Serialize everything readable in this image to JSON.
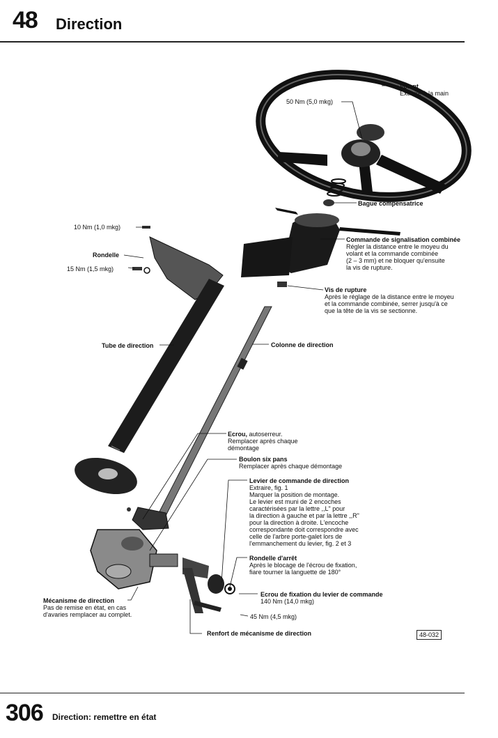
{
  "header": {
    "chapter_number": "48",
    "title": "Direction"
  },
  "footer": {
    "page_number": "306",
    "title": "Direction: remettre en état"
  },
  "figure_ref": "48-032",
  "labels": {
    "volant_title": "Volant",
    "volant_desc": "Extraire à la main",
    "torque_50": "50 Nm (5,0 mkg)",
    "bague": "Bague compensatrice",
    "torque_10": "10 Nm (1,0 mkg)",
    "rondelle": "Rondelle",
    "torque_15": "15 Nm (1,5 mkg)",
    "commande_title": "Commande de signalisation combinée",
    "commande_l1": "Régler la distance entre le moyeu du",
    "commande_l2": "volant et la commande combinée",
    "commande_l3": "(2 – 3 mm) et ne bloquer qu'ensuite",
    "commande_l4": "la vis de rupture.",
    "vis_title": "Vis de rupture",
    "vis_l1": "Après le réglage de la distance entre le moyeu",
    "vis_l2": "et la commande combinée, serrer jusqu'à ce",
    "vis_l3": "que la tête de la vis se sectionne.",
    "tube": "Tube de direction",
    "colonne": "Colonne de direction",
    "ecrou_title": "Ecrou,",
    "ecrou_title_rest": " autoserreur.",
    "ecrou_l1": "Remplacer après chaque",
    "ecrou_l2": "démontage",
    "boulon_title": "Boulon six pans",
    "boulon_l1": "Remplacer après chaque démontage",
    "levier_title": "Levier de commande de direction",
    "levier_l1": "Extraire, fig. 1",
    "levier_l2": "Marquer la position de montage.",
    "levier_l3": "Le levier est muni de 2 encoches",
    "levier_l4": "caractérisées par la lettre ,,L\" pour",
    "levier_l5": "la direction à gauche et par la lettre ,,R\"",
    "levier_l6": "pour la direction à droite. L'encoche",
    "levier_l7": "correspondante doit correspondre avec",
    "levier_l8": "celle de l'arbre porte-galet lors de",
    "levier_l9": "l'emmanchement du levier, fig. 2 et 3",
    "rondelle_arret_title": "Rondelle d'arrêt",
    "rondelle_arret_l1": "Après le blocage de l'écrou de fixation,",
    "rondelle_arret_l2": "fiare tourner la languette de 180°",
    "mecanisme_title": "Mécanisme de direction",
    "mecanisme_l1": "Pas de remise en état, en cas",
    "mecanisme_l2": "d'avaries remplacer au complet.",
    "ecrou_fix_title": "Ecrou de fixation du levier de commande",
    "ecrou_fix_l1": "140 Nm (14,0 mkg)",
    "torque_45": "45 Nm (4,5 mkg)",
    "renfort": "Renfort de mécanisme de direction"
  }
}
